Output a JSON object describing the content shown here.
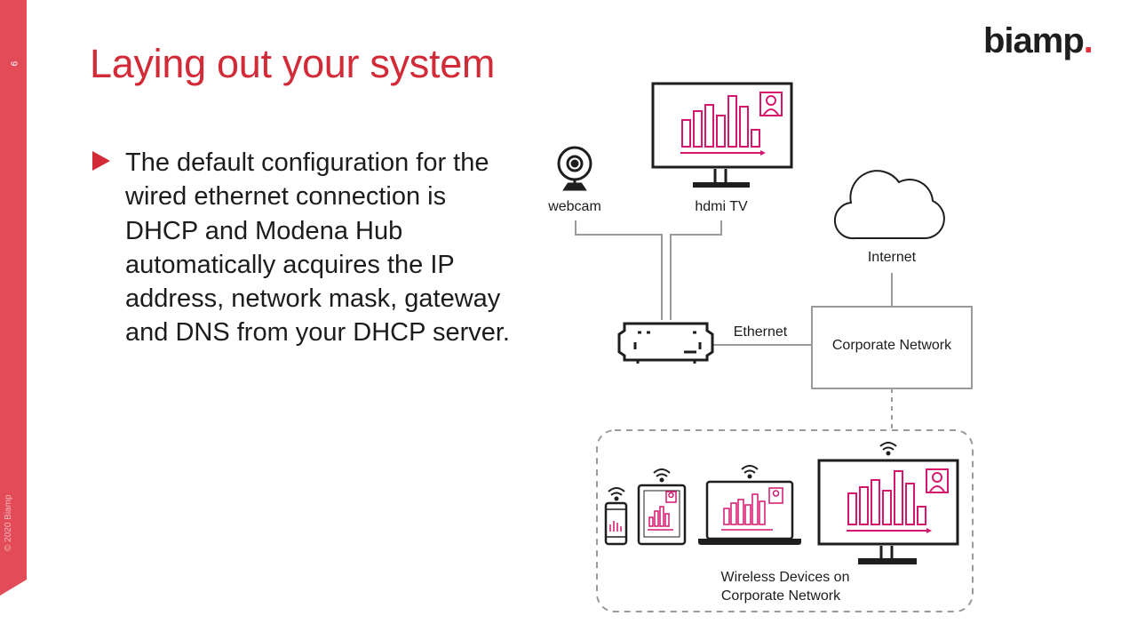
{
  "slide": {
    "page_number": "9",
    "copyright": "© 2020 Biamp",
    "logo_text": "biamp",
    "logo_dot": ".",
    "title": "Laying out your system",
    "bullet_text": "The default configuration for the wired ethernet connection is DHCP and Modena Hub automatically acquires the IP address, network mask, gateway and DNS from your DHCP server."
  },
  "diagram": {
    "webcam_label": "webcam",
    "hdmi_tv_label": "hdmi TV",
    "internet_label": "Internet",
    "ethernet_label": "Ethernet",
    "corporate_network_label": "Corporate Network",
    "wireless_label_line1": "Wireless Devices on",
    "wireless_label_line2": "Corporate Network"
  },
  "colors": {
    "accent_red": "#d22a37",
    "chart_magenta": "#d4166f",
    "line_gray": "#9a9a9a",
    "device_dark": "#1e1e1e"
  }
}
